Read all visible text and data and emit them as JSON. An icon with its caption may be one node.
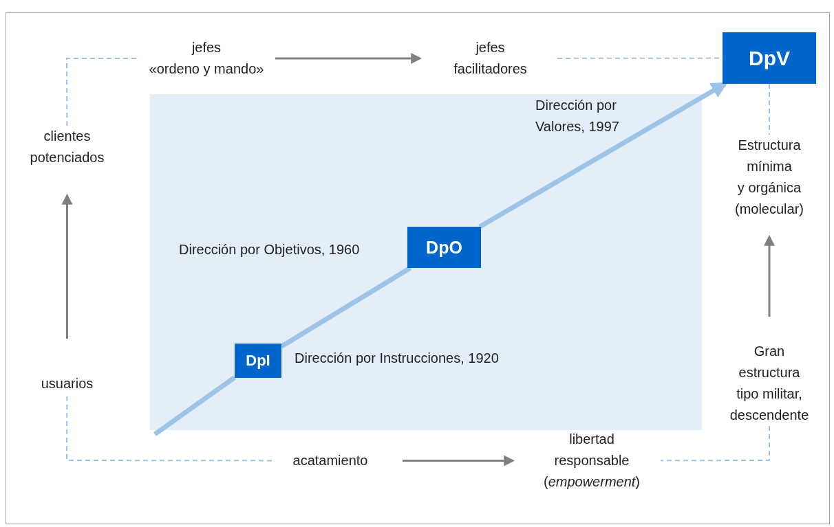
{
  "diagram": {
    "nodes": [
      {
        "text": [
          "jefes «ordeno y mando»"
        ]
      },
      {
        "text": [
          "jefes facilitadores"
        ]
      },
      {
        "text": [
          "DpV"
        ]
      },
      {
        "text": [
          "clientes potenciados"
        ]
      },
      {
        "text": [
          "Estructura mínima y orgánica (molecular)"
        ]
      },
      {
        "text": [],
        "shape": "box"
      },
      {
        "text": [
          "DpO"
        ],
        "in": 5,
        "beside": [
          "Dirección por Objetivos, 1960"
        ]
      },
      {
        "text": [
          "DpI"
        ],
        "in": 5,
        "beside": [
          "Dirección por Instrucciones, 1920"
        ]
      },
      {
        "text": [
          "usuarios"
        ]
      },
      {
        "text": [
          "Gran estructura tipo militar, descendente"
        ]
      },
      {
        "text": [
          "acatamiento"
        ]
      },
      {
        "text": [
          "libertad responsable (*empowerment*)"
        ]
      }
    ],
    "edges": [
      {
        "from": 0,
        "to": 1,
        "arrow": "to",
        "color": "#808080"
      },
      {
        "from": 10,
        "to": 11,
        "arrow": "to",
        "color": "#808080"
      },
      {
        "from": 8,
        "to": 3,
        "arrow": "to",
        "color": "#808080"
      },
      {
        "from": 9,
        "to": 4,
        "arrow": "to",
        "color": "#808080"
      },
      {
        "from": 3,
        "to": 0,
        "arrow": "none",
        "style": "dashed"
      },
      {
        "from": 1,
        "to": 2,
        "arrow": "none",
        "style": "dashed"
      },
      {
        "from": 2,
        "to": 4,
        "arrow": "none",
        "style": "dashed"
      },
      {
        "from": 9,
        "to": 11,
        "arrow": "none",
        "style": "dashed"
      },
      {
        "from": 10,
        "to": 8,
        "arrow": "none",
        "style": "dashed"
      },
      {
        "from": null,
        "to": 7,
        "arrow": "none",
        "style": "thick"
      },
      {
        "from": 7,
        "to": 6,
        "arrow": "none",
        "style": "thick"
      },
      {
        "from": 6,
        "to": 2,
        "arrow": "to",
        "style": "thick"
      }
    ],
    "labels": [
      "Dirección por Valores, 1997"
    ]
  }
}
